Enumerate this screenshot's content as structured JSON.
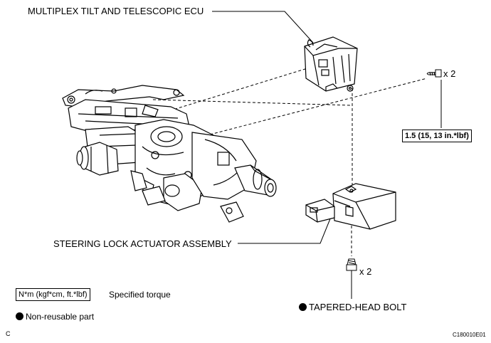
{
  "labels": {
    "ecu": "MULTIPLEX TILT AND TELESCOPIC ECU",
    "actuator": "STEERING LOCK ACTUATOR ASSEMBLY",
    "bolt": "TAPERED-HEAD BOLT",
    "qty_upper": "x 2",
    "qty_lower": "x 2",
    "torque_spec": "1.5 (15, 13 in.*lbf)"
  },
  "legend": {
    "torque_units": "N*m (kgf*cm, ft.*lbf)",
    "torque_desc": "Specified torque",
    "nonreusable": "Non-reusable part"
  },
  "corner": {
    "left": "C",
    "code": "C180010E01"
  }
}
